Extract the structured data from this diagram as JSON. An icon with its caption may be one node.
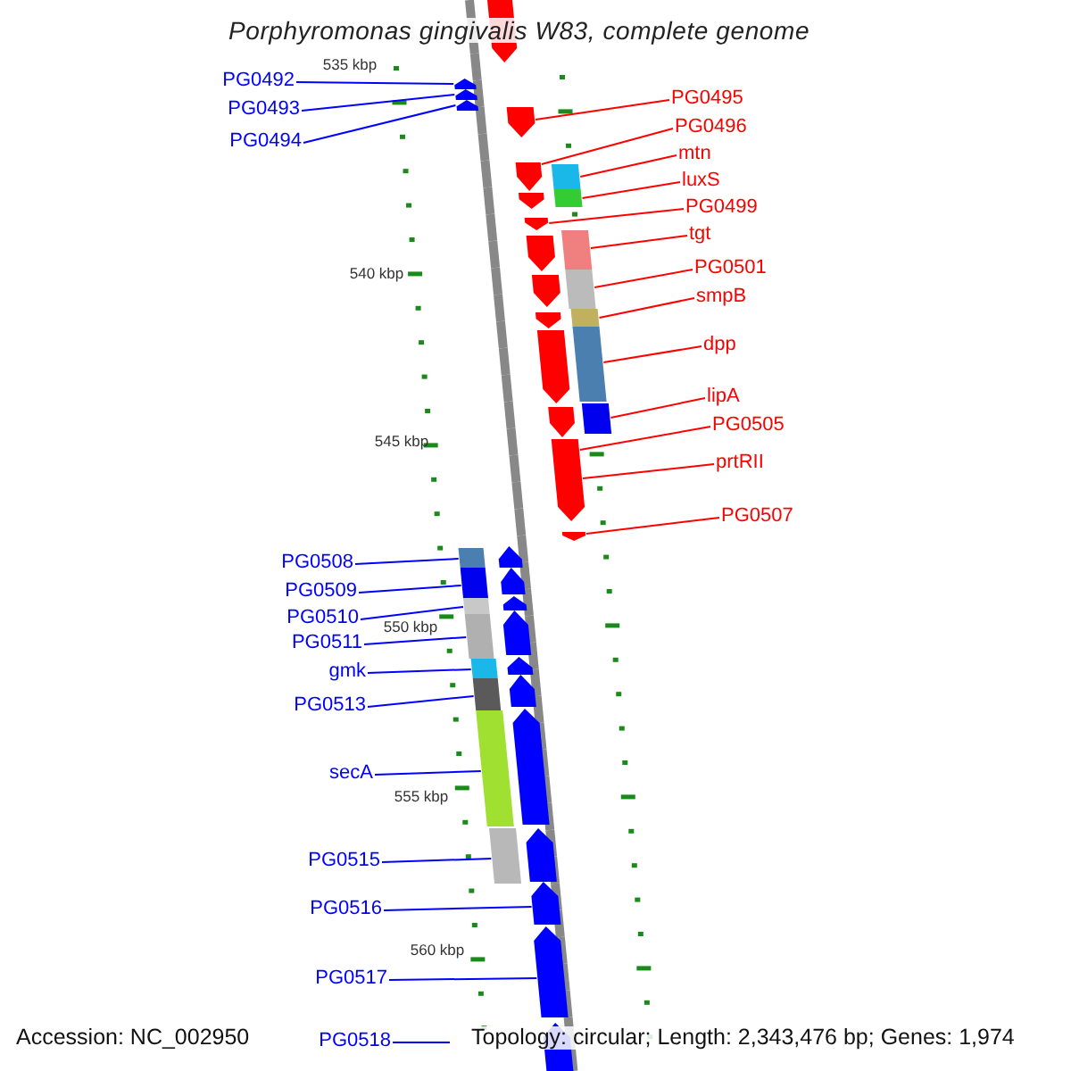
{
  "diagram": {
    "title": "Porphyromonas gingivalis W83, complete genome",
    "nodes": [
      {
        "text": [
          "PG0492"
        ]
      },
      {
        "text": [
          "PG0493"
        ]
      },
      {
        "text": [
          "PG0494"
        ]
      },
      {
        "text": [
          "PG0495"
        ]
      },
      {
        "text": [
          "PG0496"
        ]
      },
      {
        "text": [
          "mtn"
        ]
      },
      {
        "text": [
          "luxS"
        ]
      },
      {
        "text": [
          "PG0499"
        ]
      },
      {
        "text": [
          "tgt"
        ]
      },
      {
        "text": [
          "PG0501"
        ]
      },
      {
        "text": [
          "smpB"
        ]
      },
      {
        "text": [
          "dpp"
        ]
      },
      {
        "text": [
          "lipA"
        ]
      },
      {
        "text": [
          "PG0505"
        ]
      },
      {
        "text": [
          "prtRII"
        ]
      },
      {
        "text": [
          "PG0507"
        ]
      },
      {
        "text": [
          "PG0508"
        ]
      },
      {
        "text": [
          "PG0509"
        ]
      },
      {
        "text": [
          "PG0510"
        ]
      },
      {
        "text": [
          "PG0511"
        ]
      },
      {
        "text": [
          "gmk"
        ]
      },
      {
        "text": [
          "PG0513"
        ]
      },
      {
        "text": [
          "secA"
        ]
      },
      {
        "text": [
          "PG0515"
        ]
      },
      {
        "text": [
          "PG0516"
        ]
      },
      {
        "text": [
          "PG0517"
        ]
      },
      {
        "text": [
          "PG0518"
        ]
      },
      {
        "text": [],
        "shape": "pentagon"
      },
      {
        "text": [],
        "shape": "pentagon"
      },
      {
        "text": [],
        "shape": "pentagon"
      },
      {
        "text": [],
        "shape": "pentagon"
      },
      {
        "text": [],
        "shape": "pentagon"
      },
      {
        "text": [],
        "shape": "pentagon"
      },
      {
        "text": [],
        "shape": "box"
      },
      {
        "text": [],
        "shape": "box"
      },
      {
        "text": [],
        "shape": "pentagon"
      },
      {
        "text": [],
        "shape": "pentagon"
      },
      {
        "text": [],
        "shape": "box"
      },
      {
        "text": [],
        "shape": "pentagon"
      },
      {
        "text": [],
        "shape": "box"
      },
      {
        "text": [],
        "shape": "pentagon"
      },
      {
        "text": [],
        "shape": "box"
      },
      {
        "text": [],
        "shape": "pentagon"
      },
      {
        "text": [],
        "shape": "box"
      },
      {
        "text": [],
        "shape": "pentagon"
      },
      {
        "text": [],
        "shape": "box"
      },
      {
        "text": [],
        "shape": "pentagon"
      },
      {
        "text": [],
        "shape": "pentagon"
      },
      {
        "text": [],
        "shape": "pentagon"
      },
      {
        "text": [],
        "shape": "pentagon"
      },
      {
        "text": [],
        "shape": "box"
      },
      {
        "text": [],
        "shape": "box"
      },
      {
        "text": [],
        "shape": "pentagon"
      },
      {
        "text": [],
        "shape": "pentagon"
      },
      {
        "text": [],
        "shape": "box"
      },
      {
        "text": [],
        "shape": "pentagon"
      },
      {
        "text": [],
        "shape": "box"
      },
      {
        "text": [],
        "shape": "pentagon"
      },
      {
        "text": [],
        "shape": "box"
      },
      {
        "text": [],
        "shape": "pentagon"
      },
      {
        "text": [],
        "shape": "box"
      },
      {
        "text": [],
        "shape": "pentagon"
      },
      {
        "text": [],
        "shape": "box"
      },
      {
        "text": [],
        "shape": "box"
      },
      {
        "text": [],
        "shape": "pentagon"
      },
      {
        "text": [],
        "shape": "pentagon"
      },
      {
        "text": [],
        "shape": "pentagon"
      },
      {
        "text": [],
        "shape": "pentagon"
      }
    ],
    "edges": [
      {
        "from": 0,
        "to": 28,
        "arrow": "none"
      },
      {
        "from": 1,
        "to": 29,
        "arrow": "none"
      },
      {
        "from": 2,
        "to": 30,
        "arrow": "none"
      },
      {
        "from": 3,
        "to": 31,
        "arrow": "none",
        "color": "#ff0000"
      },
      {
        "from": 4,
        "to": 32,
        "arrow": "none",
        "color": "#ff0000"
      },
      {
        "from": 5,
        "to": 33,
        "arrow": "none",
        "color": "#ff0000"
      },
      {
        "from": 6,
        "to": 34,
        "arrow": "none",
        "color": "#ff0000"
      },
      {
        "from": 7,
        "to": 36,
        "arrow": "none",
        "color": "#ff0000"
      },
      {
        "from": 8,
        "to": 37,
        "arrow": "none",
        "color": "#ff0000"
      },
      {
        "from": 9,
        "to": 39,
        "arrow": "none",
        "color": "#ff0000"
      },
      {
        "from": 10,
        "to": 41,
        "arrow": "none",
        "color": "#ff0000"
      },
      {
        "from": 11,
        "to": 43,
        "arrow": "none",
        "color": "#ff0000"
      },
      {
        "from": 12,
        "to": 45,
        "arrow": "none",
        "color": "#ff0000"
      },
      {
        "from": 13,
        "to": 47,
        "arrow": "none",
        "color": "#ff0000"
      },
      {
        "from": 14,
        "to": 47,
        "arrow": "none",
        "color": "#ff0000"
      },
      {
        "from": 15,
        "to": 48,
        "arrow": "none",
        "color": "#ff0000"
      },
      {
        "from": 16,
        "to": 50,
        "arrow": "none"
      },
      {
        "from": 17,
        "to": 51,
        "arrow": "none"
      },
      {
        "from": 18,
        "to": 54,
        "arrow": "none"
      },
      {
        "from": 19,
        "to": 56,
        "arrow": "none"
      },
      {
        "from": 20,
        "to": 58,
        "arrow": "none"
      },
      {
        "from": 21,
        "to": 60,
        "arrow": "none"
      },
      {
        "from": 22,
        "to": 62,
        "arrow": "none"
      },
      {
        "from": 23,
        "to": 63,
        "arrow": "none"
      },
      {
        "from": 24,
        "to": 65,
        "arrow": "none"
      },
      {
        "from": 25,
        "to": 66,
        "arrow": "none"
      },
      {
        "from": 26,
        "to": null,
        "arrow": "none"
      }
    ],
    "labels": [
      "535 kbp",
      "540 kbp",
      "545 kbp",
      "550 kbp",
      "555 kbp",
      "560 kbp",
      "Accession: NC_002950",
      "Topology: circular; Length: 2,343,476 bp; Genes: 1,974"
    ]
  }
}
